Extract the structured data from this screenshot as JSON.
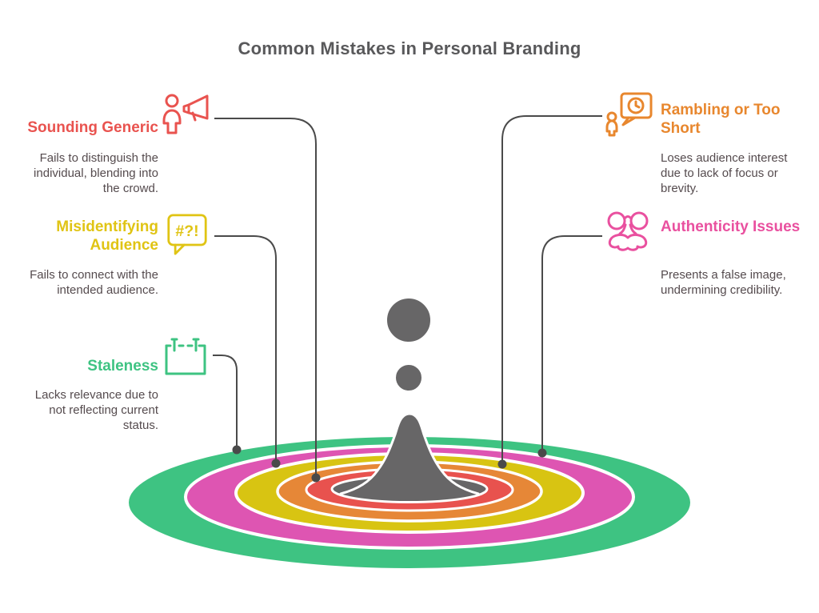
{
  "title": "Common Mistakes in Personal Branding",
  "items": [
    {
      "label": "Sounding Generic",
      "description": "Fails to distinguish the individual, blending into the crowd.",
      "color": "#e9534f",
      "icon": "megaphone-person"
    },
    {
      "label": "Misidentifying Audience",
      "description": "Fails to connect with the intended audience.",
      "color": "#e0c414",
      "icon": "speech-bubble-symbols",
      "icon_text": "#?!"
    },
    {
      "label": "Staleness",
      "description": "Lacks relevance due to not reflecting current status.",
      "color": "#3ec382",
      "icon": "calendar"
    },
    {
      "label": "Rambling or Too Short",
      "description": "Loses audience interest due to lack of focus or brevity.",
      "color": "#e8872e",
      "icon": "person-clock-bubble"
    },
    {
      "label": "Authenticity Issues",
      "description": "Presents a false image, undermining credibility.",
      "color": "#e9509f",
      "icon": "disguise-glasses"
    }
  ],
  "splash": {
    "rings": [
      {
        "name": "green",
        "color": "#3ec382"
      },
      {
        "name": "pink",
        "color": "#de55b2"
      },
      {
        "name": "yellow",
        "color": "#d8c412"
      },
      {
        "name": "orange",
        "color": "#e68737"
      },
      {
        "name": "red",
        "color": "#e8524e"
      }
    ],
    "droplet_color": "#676667",
    "connector_color": "#4a4a4a"
  },
  "colors": {
    "title": "#59595b",
    "body_text": "#554b4e",
    "background": "#ffffff"
  }
}
